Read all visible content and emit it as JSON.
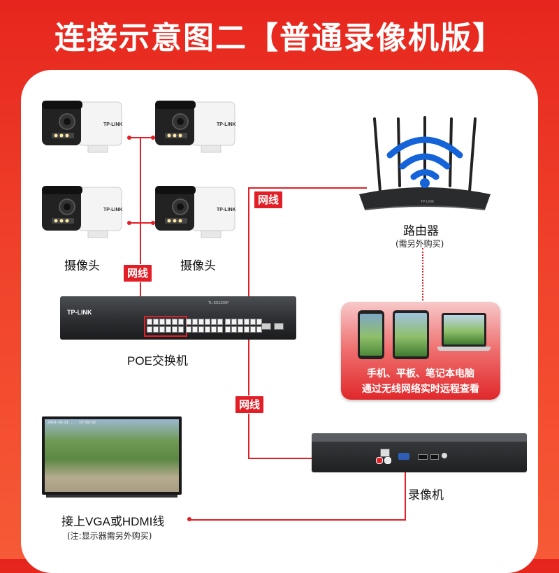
{
  "header": {
    "title": "连接示意图二【普通录像机版】"
  },
  "cameras": {
    "brand": "TP-LINK",
    "label_left": "摄像头",
    "label_right": "摄像头"
  },
  "router": {
    "label": "路由器",
    "note": "(需另外购买)",
    "brand": "TP-LINK"
  },
  "switch": {
    "label": "POE交换机",
    "brand": "TP-LINK",
    "model": "TL-SG1226P"
  },
  "cable_tags": {
    "router_link": "网线",
    "camera_link": "网线",
    "nvr_link": "网线"
  },
  "remote_card": {
    "line1": "手机、平板、笔记本电脑",
    "line2": "通过无线网络实时远程查看"
  },
  "monitor": {
    "label": "接上VGA或HDMI线",
    "note": "(注:显示器需另外购买)"
  },
  "nvr": {
    "label": "录像机"
  },
  "colors": {
    "accent": "#e21f26",
    "background": "#e6261e",
    "panel": "#ffffff"
  }
}
